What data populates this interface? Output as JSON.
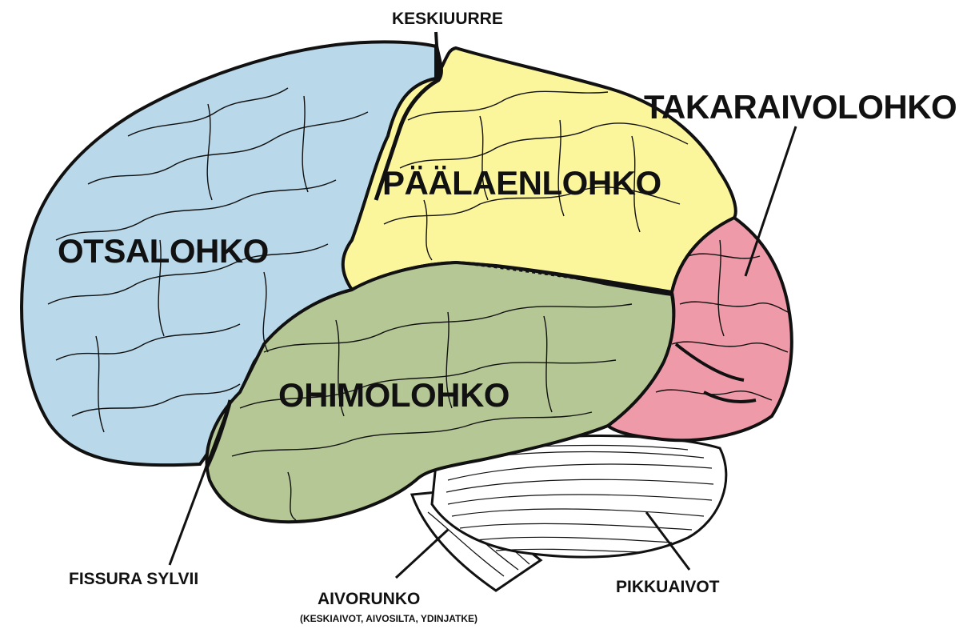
{
  "colors": {
    "frontal": "#b9d8ea",
    "parietal": "#fbf59c",
    "temporal": "#b5c795",
    "occipital": "#ef9aa8",
    "cerebellum": "#ffffff",
    "brainstem": "#ffffff",
    "outline": "#111111"
  },
  "labels": {
    "frontal": "OTSALOHKO",
    "parietal": "PÄÄLAENLOHKO",
    "temporal": "OHIMOLOHKO",
    "occipital": "TAKARAIVOLOHKO",
    "central_sulcus": "KESKIUURRE",
    "sylvian_fissure": "FISSURA SYLVII",
    "brainstem": "AIVORUNKO",
    "brainstem_parts": "(KESKIAIVOT, AIVOSILTA, YDINJATKE)",
    "cerebellum": "PIKKUAIVOT"
  }
}
